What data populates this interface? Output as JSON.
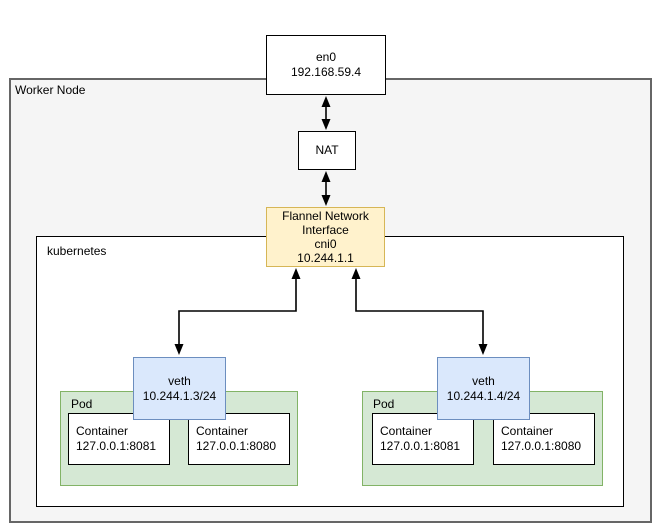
{
  "diagram": {
    "worker_node": {
      "label": "Worker Node"
    },
    "kubernetes": {
      "label": "kubernetes"
    },
    "en0": {
      "name": "en0",
      "ip": "192.168.59.4"
    },
    "nat": {
      "label": "NAT"
    },
    "flannel": {
      "lines": [
        "Flannel Network",
        "Interface",
        "cni0",
        "10.244.1.1"
      ]
    },
    "veths": [
      {
        "name": "veth",
        "cidr": "10.244.1.3/24"
      },
      {
        "name": "veth",
        "cidr": "10.244.1.4/24"
      }
    ],
    "pods": [
      {
        "label": "Pod",
        "containers": [
          {
            "name": "Container",
            "address": "127.0.0.1:8081"
          },
          {
            "name": "Container",
            "address": "127.0.0.1:8080"
          }
        ]
      },
      {
        "label": "Pod",
        "containers": [
          {
            "name": "Container",
            "address": "127.0.0.1:8081"
          },
          {
            "name": "Container",
            "address": "127.0.0.1:8080"
          }
        ]
      }
    ],
    "colors": {
      "node_fill": "#f5f5f5",
      "node_border": "#666666",
      "flannel_fill": "#fff2cc",
      "flannel_border": "#d6b656",
      "veth_fill": "#dae8fc",
      "veth_border": "#6c8ebf",
      "pod_fill": "#d5e8d4",
      "pod_border": "#82b366",
      "arrow": "#000000"
    }
  }
}
